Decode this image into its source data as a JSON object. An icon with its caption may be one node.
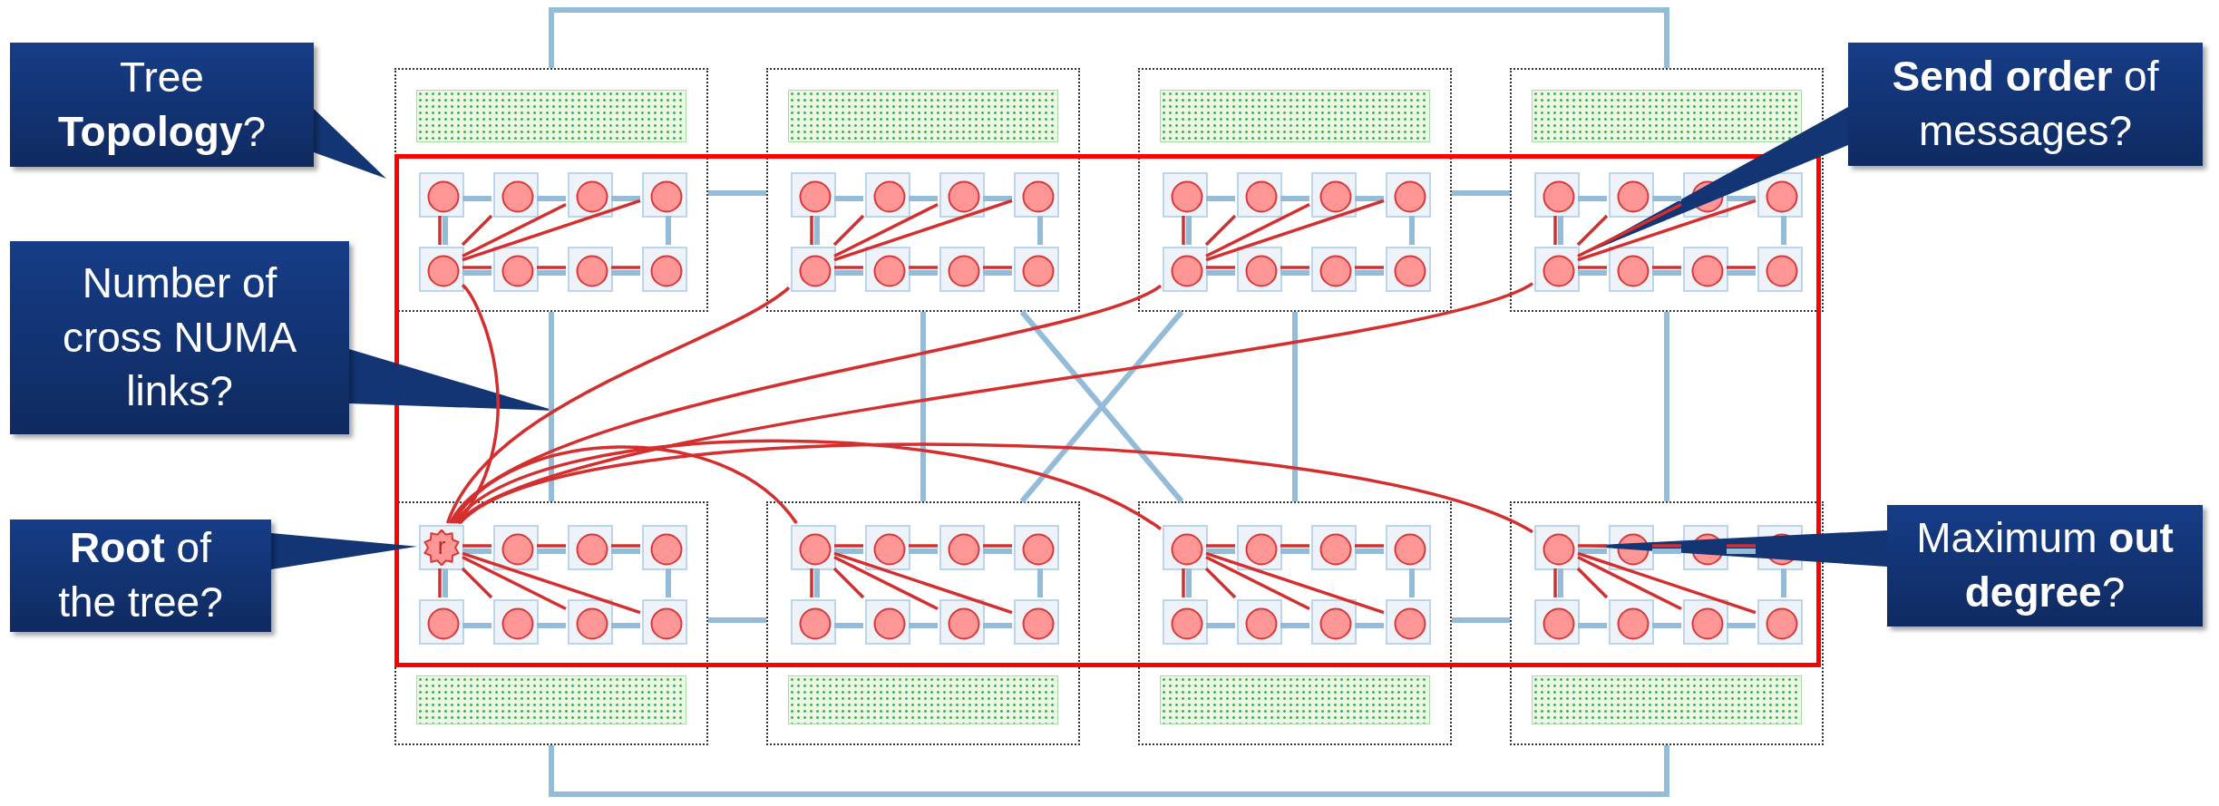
{
  "diagram": {
    "nodes": [
      {
        "text": [
          "Tree **Topology**?"
        ]
      },
      {
        "text": [
          "Number of cross NUMA links?"
        ]
      },
      {
        "text": [
          "**Root** of the tree?"
        ]
      },
      {
        "text": [
          "**Send order** of messages?"
        ]
      },
      {
        "text": [
          "Maximum **out degree**?"
        ]
      },
      {
        "text": [],
        "shape": "box"
      },
      {
        "text": [],
        "shape": "circle",
        "in": 5
      },
      {
        "text": [],
        "shape": "circle",
        "in": 5
      },
      {
        "text": [],
        "shape": "circle",
        "in": 5
      },
      {
        "text": [],
        "shape": "circle",
        "in": 5
      },
      {
        "text": [],
        "shape": "circle",
        "in": 5
      },
      {
        "text": [],
        "shape": "circle",
        "in": 5
      },
      {
        "text": [],
        "shape": "circle",
        "in": 5
      },
      {
        "text": [],
        "shape": "circle",
        "in": 5
      },
      {
        "text": [],
        "shape": "box"
      },
      {
        "text": [],
        "shape": "circle",
        "in": 14
      },
      {
        "text": [],
        "shape": "circle",
        "in": 14
      },
      {
        "text": [],
        "shape": "circle",
        "in": 14
      },
      {
        "text": [],
        "shape": "circle",
        "in": 14
      },
      {
        "text": [],
        "shape": "circle",
        "in": 14
      },
      {
        "text": [],
        "shape": "circle",
        "in": 14
      },
      {
        "text": [],
        "shape": "circle",
        "in": 14
      },
      {
        "text": [],
        "shape": "circle",
        "in": 14
      },
      {
        "text": [],
        "shape": "box"
      },
      {
        "text": [],
        "shape": "circle",
        "in": 23
      },
      {
        "text": [],
        "shape": "circle",
        "in": 23
      },
      {
        "text": [],
        "shape": "circle",
        "in": 23
      },
      {
        "text": [],
        "shape": "circle",
        "in": 23
      },
      {
        "text": [],
        "shape": "circle",
        "in": 23
      },
      {
        "text": [],
        "shape": "circle",
        "in": 23
      },
      {
        "text": [],
        "shape": "circle",
        "in": 23
      },
      {
        "text": [],
        "shape": "circle",
        "in": 23
      },
      {
        "text": [],
        "shape": "box"
      },
      {
        "text": [],
        "shape": "circle",
        "in": 32
      },
      {
        "text": [],
        "shape": "circle",
        "in": 32
      },
      {
        "text": [],
        "shape": "circle",
        "in": 32
      },
      {
        "text": [],
        "shape": "circle",
        "in": 32
      },
      {
        "text": [],
        "shape": "circle",
        "in": 32
      },
      {
        "text": [],
        "shape": "circle",
        "in": 32
      },
      {
        "text": [],
        "shape": "circle",
        "in": 32
      },
      {
        "text": [],
        "shape": "circle",
        "in": 32
      },
      {
        "text": [],
        "shape": "box"
      },
      {
        "text": [
          "r"
        ],
        "in": 41
      },
      {
        "text": [],
        "shape": "circle",
        "in": 41
      },
      {
        "text": [],
        "shape": "circle",
        "in": 41
      },
      {
        "text": [],
        "shape": "circle",
        "in": 41
      },
      {
        "text": [],
        "shape": "circle",
        "in": 41
      },
      {
        "text": [],
        "shape": "circle",
        "in": 41
      },
      {
        "text": [],
        "shape": "circle",
        "in": 41
      },
      {
        "text": [],
        "shape": "circle",
        "in": 41
      },
      {
        "text": [],
        "shape": "box"
      },
      {
        "text": [],
        "shape": "circle",
        "in": 50
      },
      {
        "text": [],
        "shape": "circle",
        "in": 50
      },
      {
        "text": [],
        "shape": "circle",
        "in": 50
      },
      {
        "text": [],
        "shape": "circle",
        "in": 50
      },
      {
        "text": [],
        "shape": "circle",
        "in": 50
      },
      {
        "text": [],
        "shape": "circle",
        "in": 50
      },
      {
        "text": [],
        "shape": "circle",
        "in": 50
      },
      {
        "text": [],
        "shape": "circle",
        "in": 50
      },
      {
        "text": [],
        "shape": "box"
      },
      {
        "text": [],
        "shape": "circle",
        "in": 59
      },
      {
        "text": [],
        "shape": "circle",
        "in": 59
      },
      {
        "text": [],
        "shape": "circle",
        "in": 59
      },
      {
        "text": [],
        "shape": "circle",
        "in": 59
      },
      {
        "text": [],
        "shape": "circle",
        "in": 59
      },
      {
        "text": [],
        "shape": "circle",
        "in": 59
      },
      {
        "text": [],
        "shape": "circle",
        "in": 59
      },
      {
        "text": [],
        "shape": "circle",
        "in": 59
      },
      {
        "text": [],
        "shape": "box"
      },
      {
        "text": [],
        "shape": "circle",
        "in": 68
      },
      {
        "text": [],
        "shape": "circle",
        "in": 68
      },
      {
        "text": [],
        "shape": "circle",
        "in": 68
      },
      {
        "text": [],
        "shape": "circle",
        "in": 68
      },
      {
        "text": [],
        "shape": "circle",
        "in": 68
      },
      {
        "text": [],
        "shape": "circle",
        "in": 68
      },
      {
        "text": [],
        "shape": "circle",
        "in": 68
      },
      {
        "text": [],
        "shape": "circle",
        "in": 68
      },
      {
        "text": [],
        "shape": "bar",
        "in": 5
      },
      {
        "text": [],
        "shape": "bar",
        "in": 14
      },
      {
        "text": [],
        "shape": "bar",
        "in": 23
      },
      {
        "text": [],
        "shape": "bar",
        "in": 32
      },
      {
        "text": [],
        "shape": "bar",
        "in": 41
      },
      {
        "text": [],
        "shape": "bar",
        "in": 50
      },
      {
        "text": [],
        "shape": "bar",
        "in": 59
      },
      {
        "text": [],
        "shape": "bar",
        "in": 68
      }
    ],
    "edges": [
      {
        "from": 0,
        "to": null,
        "arrow": "to",
        "color": "#133574"
      },
      {
        "from": 1,
        "to": null,
        "arrow": "to",
        "color": "#133574"
      },
      {
        "from": 2,
        "to": 42,
        "arrow": "to",
        "color": "#133574"
      },
      {
        "from": 3,
        "to": 37,
        "arrow": "to",
        "color": "#133574"
      },
      {
        "from": 4,
        "to": 69,
        "arrow": "to",
        "color": "#133574"
      },
      {
        "from": 5,
        "to": 32,
        "arrow": "none"
      },
      {
        "from": 41,
        "to": 68,
        "arrow": "none"
      },
      {
        "from": 5,
        "to": 14,
        "arrow": "none"
      },
      {
        "from": 23,
        "to": 32,
        "arrow": "none"
      },
      {
        "from": 41,
        "to": 50,
        "arrow": "none"
      },
      {
        "from": 59,
        "to": 68,
        "arrow": "none"
      },
      {
        "from": 5,
        "to": 41,
        "arrow": "none"
      },
      {
        "from": 14,
        "to": 50,
        "arrow": "none"
      },
      {
        "from": 23,
        "to": 59,
        "arrow": "none"
      },
      {
        "from": 32,
        "to": 68,
        "arrow": "none"
      },
      {
        "from": 14,
        "to": 59,
        "arrow": "none"
      },
      {
        "from": 23,
        "to": 50,
        "arrow": "none"
      },
      {
        "from": 6,
        "to": 7,
        "arrow": "none"
      },
      {
        "from": 7,
        "to": 8,
        "arrow": "none"
      },
      {
        "from": 8,
        "to": 9,
        "arrow": "none"
      },
      {
        "from": 9,
        "to": 13,
        "arrow": "none"
      },
      {
        "from": 10,
        "to": 11,
        "arrow": "none"
      },
      {
        "from": 11,
        "to": 12,
        "arrow": "none"
      },
      {
        "from": 12,
        "to": 13,
        "arrow": "none"
      },
      {
        "from": 6,
        "to": 10,
        "arrow": "none"
      },
      {
        "from": 15,
        "to": 16,
        "arrow": "none"
      },
      {
        "from": 16,
        "to": 17,
        "arrow": "none"
      },
      {
        "from": 17,
        "to": 18,
        "arrow": "none"
      },
      {
        "from": 18,
        "to": 22,
        "arrow": "none"
      },
      {
        "from": 19,
        "to": 20,
        "arrow": "none"
      },
      {
        "from": 20,
        "to": 21,
        "arrow": "none"
      },
      {
        "from": 21,
        "to": 22,
        "arrow": "none"
      },
      {
        "from": 15,
        "to": 19,
        "arrow": "none"
      },
      {
        "from": 24,
        "to": 25,
        "arrow": "none"
      },
      {
        "from": 25,
        "to": 26,
        "arrow": "none"
      },
      {
        "from": 26,
        "to": 27,
        "arrow": "none"
      },
      {
        "from": 27,
        "to": 31,
        "arrow": "none"
      },
      {
        "from": 28,
        "to": 29,
        "arrow": "none"
      },
      {
        "from": 29,
        "to": 30,
        "arrow": "none"
      },
      {
        "from": 30,
        "to": 31,
        "arrow": "none"
      },
      {
        "from": 24,
        "to": 28,
        "arrow": "none"
      },
      {
        "from": 33,
        "to": 34,
        "arrow": "none"
      },
      {
        "from": 34,
        "to": 35,
        "arrow": "none"
      },
      {
        "from": 35,
        "to": 36,
        "arrow": "none"
      },
      {
        "from": 36,
        "to": 40,
        "arrow": "none"
      },
      {
        "from": 37,
        "to": 38,
        "arrow": "none"
      },
      {
        "from": 38,
        "to": 39,
        "arrow": "none"
      },
      {
        "from": 39,
        "to": 40,
        "arrow": "none"
      },
      {
        "from": 33,
        "to": 37,
        "arrow": "none"
      },
      {
        "from": 42,
        "to": 43,
        "arrow": "none"
      },
      {
        "from": 43,
        "to": 44,
        "arrow": "none"
      },
      {
        "from": 44,
        "to": 45,
        "arrow": "none"
      },
      {
        "from": 45,
        "to": 49,
        "arrow": "none"
      },
      {
        "from": 46,
        "to": 47,
        "arrow": "none"
      },
      {
        "from": 47,
        "to": 48,
        "arrow": "none"
      },
      {
        "from": 48,
        "to": 49,
        "arrow": "none"
      },
      {
        "from": 42,
        "to": 46,
        "arrow": "none"
      },
      {
        "from": 51,
        "to": 52,
        "arrow": "none"
      },
      {
        "from": 52,
        "to": 53,
        "arrow": "none"
      },
      {
        "from": 53,
        "to": 54,
        "arrow": "none"
      },
      {
        "from": 54,
        "to": 58,
        "arrow": "none"
      },
      {
        "from": 55,
        "to": 56,
        "arrow": "none"
      },
      {
        "from": 56,
        "to": 57,
        "arrow": "none"
      },
      {
        "from": 57,
        "to": 58,
        "arrow": "none"
      },
      {
        "from": 51,
        "to": 55,
        "arrow": "none"
      },
      {
        "from": 60,
        "to": 61,
        "arrow": "none"
      },
      {
        "from": 61,
        "to": 62,
        "arrow": "none"
      },
      {
        "from": 62,
        "to": 63,
        "arrow": "none"
      },
      {
        "from": 63,
        "to": 67,
        "arrow": "none"
      },
      {
        "from": 64,
        "to": 65,
        "arrow": "none"
      },
      {
        "from": 65,
        "to": 66,
        "arrow": "none"
      },
      {
        "from": 66,
        "to": 67,
        "arrow": "none"
      },
      {
        "from": 60,
        "to": 64,
        "arrow": "none"
      },
      {
        "from": 69,
        "to": 70,
        "arrow": "none"
      },
      {
        "from": 70,
        "to": 71,
        "arrow": "none"
      },
      {
        "from": 71,
        "to": 72,
        "arrow": "none"
      },
      {
        "from": 72,
        "to": 76,
        "arrow": "none"
      },
      {
        "from": 73,
        "to": 74,
        "arrow": "none"
      },
      {
        "from": 74,
        "to": 75,
        "arrow": "none"
      },
      {
        "from": 75,
        "to": 76,
        "arrow": "none"
      },
      {
        "from": 69,
        "to": 73,
        "arrow": "none"
      },
      {
        "from": 10,
        "to": 6,
        "arrow": "none",
        "color": "#d42f2f"
      },
      {
        "from": 10,
        "to": 7,
        "arrow": "none",
        "color": "#d42f2f"
      },
      {
        "from": 10,
        "to": 8,
        "arrow": "none",
        "color": "#d42f2f"
      },
      {
        "from": 10,
        "to": 9,
        "arrow": "none",
        "color": "#d42f2f"
      },
      {
        "from": 10,
        "to": 11,
        "arrow": "none",
        "color": "#d42f2f"
      },
      {
        "from": 11,
        "to": 12,
        "arrow": "none",
        "color": "#d42f2f"
      },
      {
        "from": 12,
        "to": 13,
        "arrow": "none",
        "color": "#d42f2f"
      },
      {
        "from": 19,
        "to": 15,
        "arrow": "none",
        "color": "#d42f2f"
      },
      {
        "from": 19,
        "to": 16,
        "arrow": "none",
        "color": "#d42f2f"
      },
      {
        "from": 19,
        "to": 17,
        "arrow": "none",
        "color": "#d42f2f"
      },
      {
        "from": 19,
        "to": 18,
        "arrow": "none",
        "color": "#d42f2f"
      },
      {
        "from": 19,
        "to": 20,
        "arrow": "none",
        "color": "#d42f2f"
      },
      {
        "from": 20,
        "to": 21,
        "arrow": "none",
        "color": "#d42f2f"
      },
      {
        "from": 21,
        "to": 22,
        "arrow": "none",
        "color": "#d42f2f"
      },
      {
        "from": 28,
        "to": 24,
        "arrow": "none",
        "color": "#d42f2f"
      },
      {
        "from": 28,
        "to": 25,
        "arrow": "none",
        "color": "#d42f2f"
      },
      {
        "from": 28,
        "to": 26,
        "arrow": "none",
        "color": "#d42f2f"
      },
      {
        "from": 28,
        "to": 27,
        "arrow": "none",
        "color": "#d42f2f"
      },
      {
        "from": 28,
        "to": 29,
        "arrow": "none",
        "color": "#d42f2f"
      },
      {
        "from": 29,
        "to": 30,
        "arrow": "none",
        "color": "#d42f2f"
      },
      {
        "from": 30,
        "to": 31,
        "arrow": "none",
        "color": "#d42f2f"
      },
      {
        "from": 37,
        "to": 33,
        "arrow": "none",
        "color": "#d42f2f"
      },
      {
        "from": 37,
        "to": 34,
        "arrow": "none",
        "color": "#d42f2f"
      },
      {
        "from": 37,
        "to": 35,
        "arrow": "none",
        "color": "#d42f2f"
      },
      {
        "from": 37,
        "to": 36,
        "arrow": "none",
        "color": "#d42f2f"
      },
      {
        "from": 37,
        "to": 38,
        "arrow": "none",
        "color": "#d42f2f"
      },
      {
        "from": 38,
        "to": 39,
        "arrow": "none",
        "color": "#d42f2f"
      },
      {
        "from": 39,
        "to": 40,
        "arrow": "none",
        "color": "#d42f2f"
      },
      {
        "from": 42,
        "to": 43,
        "arrow": "none",
        "color": "#d42f2f"
      },
      {
        "from": 43,
        "to": 44,
        "arrow": "none",
        "color": "#d42f2f"
      },
      {
        "from": 44,
        "to": 45,
        "arrow": "none",
        "color": "#d42f2f"
      },
      {
        "from": 42,
        "to": 46,
        "arrow": "none",
        "color": "#d42f2f"
      },
      {
        "from": 42,
        "to": 47,
        "arrow": "none",
        "color": "#d42f2f"
      },
      {
        "from": 42,
        "to": 48,
        "arrow": "none",
        "color": "#d42f2f"
      },
      {
        "from": 42,
        "to": 49,
        "arrow": "none",
        "color": "#d42f2f"
      },
      {
        "from": 51,
        "to": 52,
        "arrow": "none",
        "color": "#d42f2f"
      },
      {
        "from": 52,
        "to": 53,
        "arrow": "none",
        "color": "#d42f2f"
      },
      {
        "from": 53,
        "to": 54,
        "arrow": "none",
        "color": "#d42f2f"
      },
      {
        "from": 51,
        "to": 55,
        "arrow": "none",
        "color": "#d42f2f"
      },
      {
        "from": 51,
        "to": 56,
        "arrow": "none",
        "color": "#d42f2f"
      },
      {
        "from": 51,
        "to": 57,
        "arrow": "none",
        "color": "#d42f2f"
      },
      {
        "from": 51,
        "to": 58,
        "arrow": "none",
        "color": "#d42f2f"
      },
      {
        "from": 60,
        "to": 61,
        "arrow": "none",
        "color": "#d42f2f"
      },
      {
        "from": 61,
        "to": 62,
        "arrow": "none",
        "color": "#d42f2f"
      },
      {
        "from": 62,
        "to": 63,
        "arrow": "none",
        "color": "#d42f2f"
      },
      {
        "from": 60,
        "to": 64,
        "arrow": "none",
        "color": "#d42f2f"
      },
      {
        "from": 60,
        "to": 65,
        "arrow": "none",
        "color": "#d42f2f"
      },
      {
        "from": 60,
        "to": 66,
        "arrow": "none",
        "color": "#d42f2f"
      },
      {
        "from": 60,
        "to": 67,
        "arrow": "none",
        "color": "#d42f2f"
      },
      {
        "from": 69,
        "to": 70,
        "arrow": "none",
        "color": "#d42f2f"
      },
      {
        "from": 70,
        "to": 71,
        "arrow": "none",
        "color": "#d42f2f"
      },
      {
        "from": 71,
        "to": 72,
        "arrow": "none",
        "color": "#d42f2f"
      },
      {
        "from": 69,
        "to": 73,
        "arrow": "none",
        "color": "#d42f2f"
      },
      {
        "from": 69,
        "to": 74,
        "arrow": "none",
        "color": "#d42f2f"
      },
      {
        "from": 69,
        "to": 75,
        "arrow": "none",
        "color": "#d42f2f"
      },
      {
        "from": 69,
        "to": 76,
        "arrow": "none",
        "color": "#d42f2f"
      },
      {
        "from": 42,
        "to": 10,
        "arrow": "none",
        "color": "#d42f2f"
      },
      {
        "from": 42,
        "to": 19,
        "arrow": "none",
        "color": "#d42f2f"
      },
      {
        "from": 42,
        "to": 28,
        "arrow": "none",
        "color": "#d42f2f"
      },
      {
        "from": 42,
        "to": 37,
        "arrow": "none",
        "color": "#d42f2f"
      },
      {
        "from": 42,
        "to": 51,
        "arrow": "none",
        "color": "#d42f2f"
      },
      {
        "from": 42,
        "to": 60,
        "arrow": "none",
        "color": "#d42f2f"
      },
      {
        "from": 42,
        "to": 69,
        "arrow": "none",
        "color": "#d42f2f"
      }
    ]
  }
}
